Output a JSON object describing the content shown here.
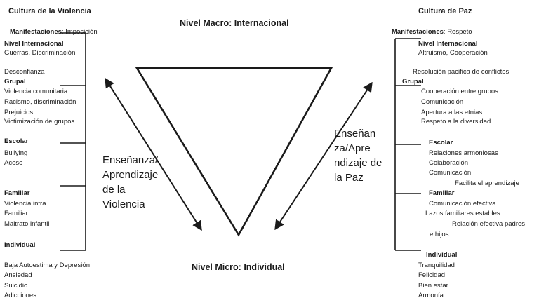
{
  "left": {
    "title": "Cultura de la Violencia",
    "manifest_label": "Manifestaciones",
    "manifest_value": ": Imposición",
    "internacional": {
      "heading": "Nivel Internacional",
      "items": [
        "Guerras, Discriminación",
        "Desconfianza"
      ]
    },
    "grupal": {
      "heading": "Grupal",
      "items": [
        "Violencia comunitaria",
        "Racismo, discriminación",
        "Prejuicios",
        "Victimización de grupos"
      ]
    },
    "escolar": {
      "heading": "Escolar",
      "items": [
        "Bullying",
        "Acoso"
      ]
    },
    "familiar": {
      "heading": "Familiar",
      "items": [
        "Violencia intra",
        "Familiar",
        "Maltrato infantil"
      ]
    },
    "individual": {
      "heading": "Individual",
      "items": [
        "Baja Autoestima y Depresión",
        "Ansiedad",
        "Suicidio",
        "Adicciones"
      ]
    }
  },
  "right": {
    "title": "Cultura de Paz",
    "manifest_label": "Manifestaciones",
    "manifest_value": ": Respeto",
    "internacional": {
      "heading": "Nivel Internacional",
      "items": [
        "Altruismo, Cooperación",
        "Resolución pacifica de conflictos"
      ]
    },
    "grupal": {
      "heading": "Grupal",
      "items": [
        "Cooperación entre grupos",
        "Comunicación",
        "Apertura a las etnias",
        "Respeto a la diversidad"
      ]
    },
    "escolar": {
      "heading": "Escolar",
      "items": [
        "Relaciones armoniosas",
        "Colaboración",
        "Comunicación",
        "Facilita el aprendizaje"
      ]
    },
    "familiar": {
      "heading": "Familiar",
      "items": [
        "Comunicación efectiva",
        "Lazos familiares estables",
        "Relación efectiva padres",
        "e hijos."
      ]
    },
    "individual": {
      "heading": "Individual",
      "items": [
        "Tranquilidad",
        "Felicidad",
        "Bien estar",
        "Armonía"
      ]
    }
  },
  "center": {
    "macro": "Nivel Macro: Internacional",
    "micro": "Nivel Micro: Individual",
    "left_label": "Enseñanza/ Aprendizaje de la Violencia",
    "right_label": "Enseñan za/Apre ndizaje de la Paz"
  }
}
